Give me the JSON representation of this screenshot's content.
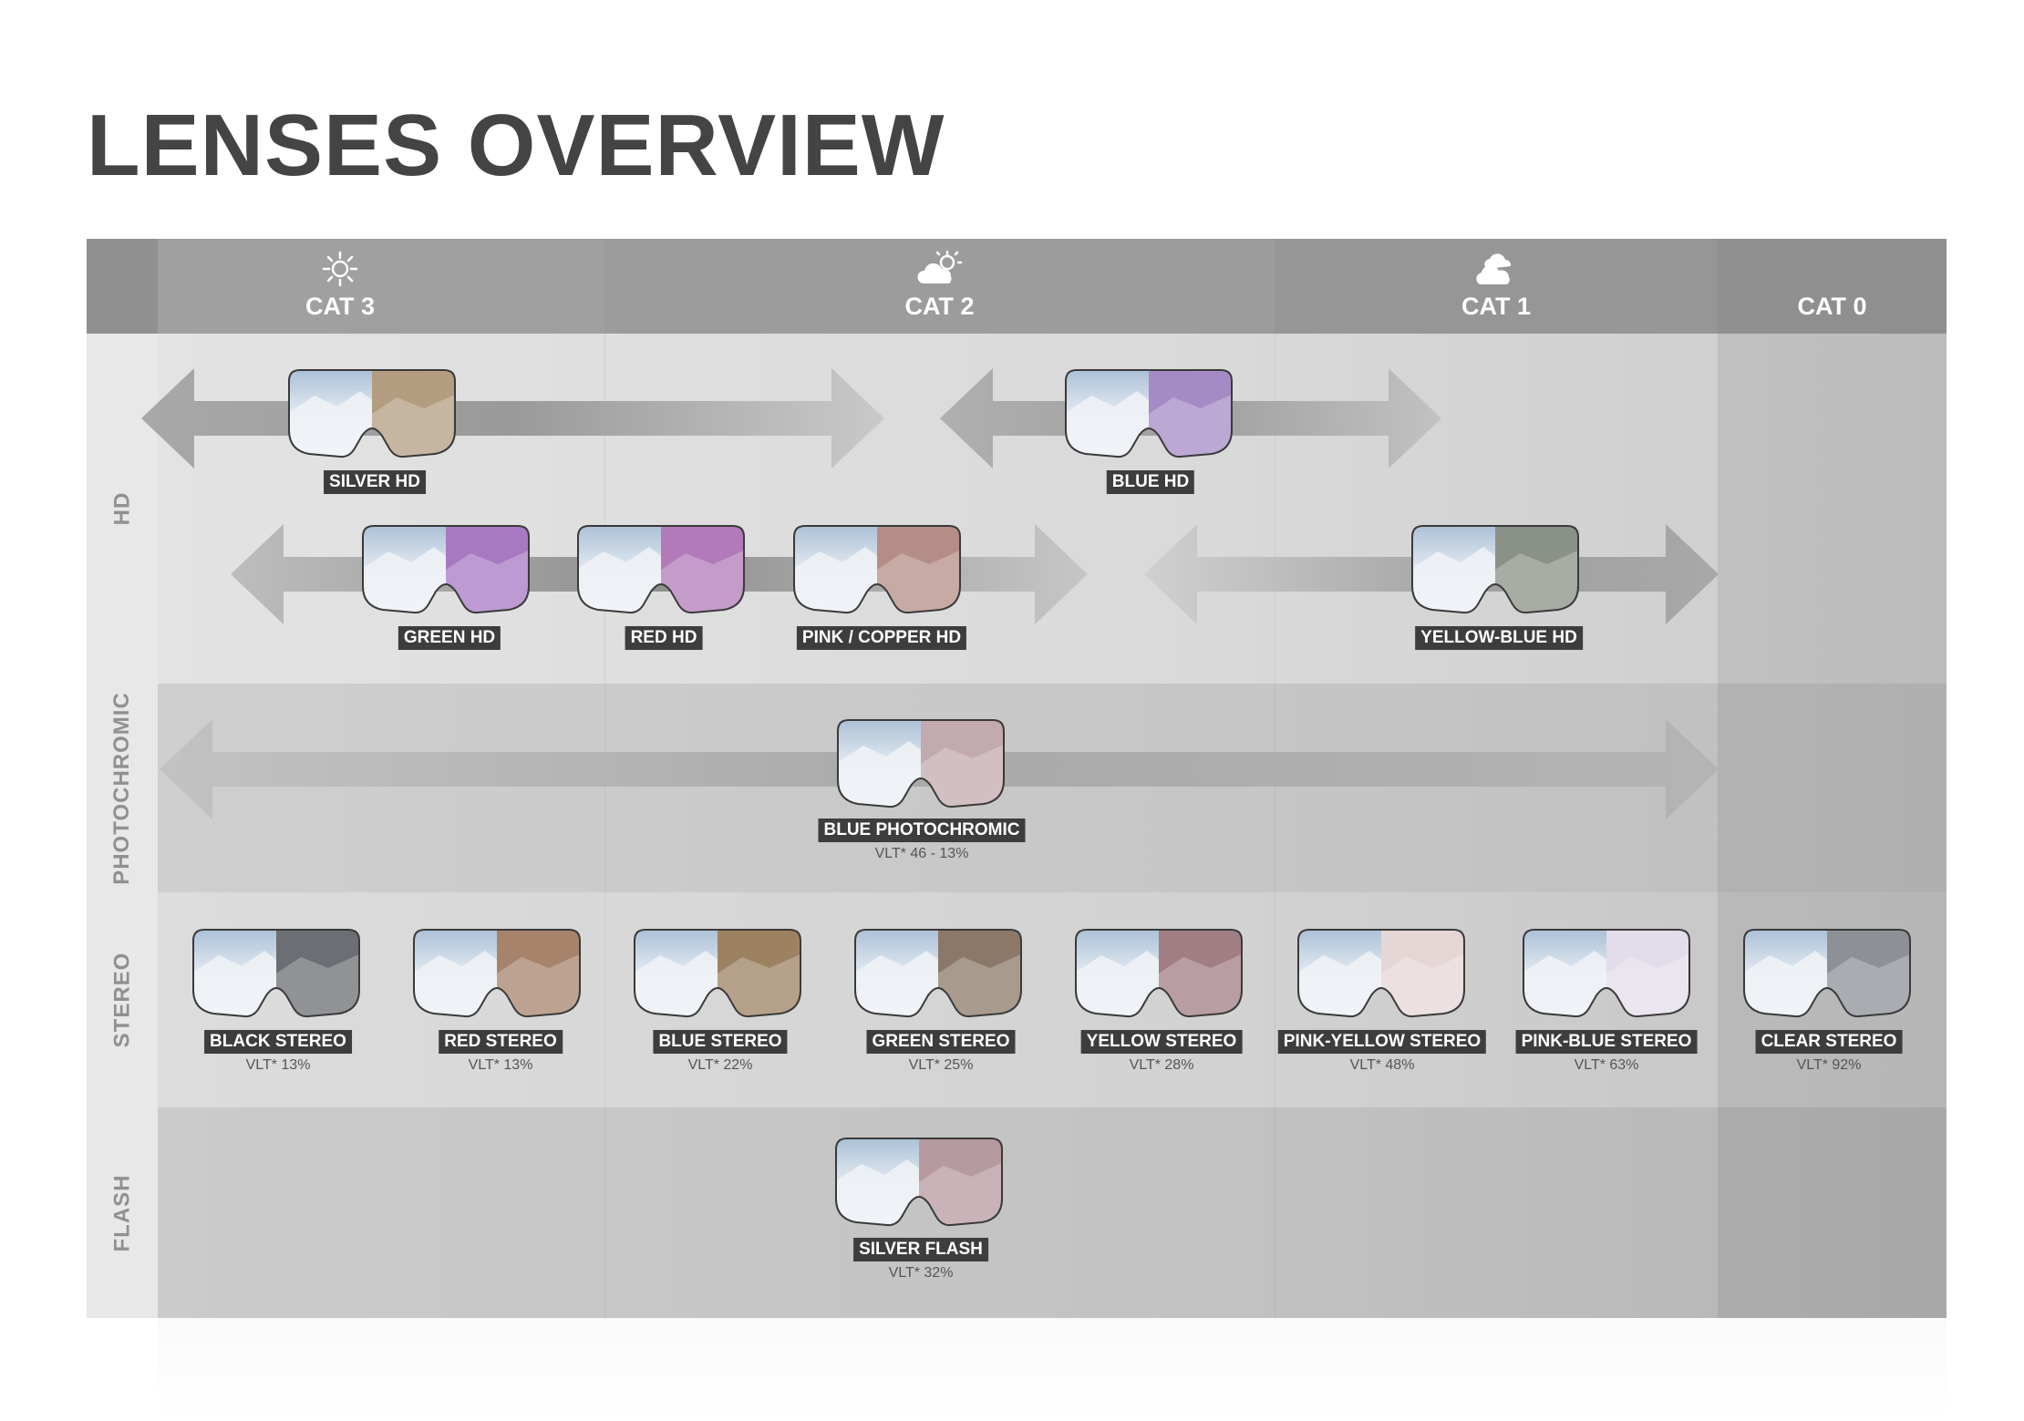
{
  "title": "LENSES OVERVIEW",
  "categories": [
    {
      "label": "CAT 3",
      "icon": "sun-icon"
    },
    {
      "label": "CAT 2",
      "icon": "sun-cloud-icon"
    },
    {
      "label": "CAT 1",
      "icon": "cloud-icon"
    },
    {
      "label": "CAT 0",
      "icon": "moon-icon"
    }
  ],
  "rows": [
    "HD",
    "PHOTOCHROMIC",
    "STEREO",
    "FLASH"
  ],
  "lenses": {
    "silver_hd": {
      "name": "SILVER HD",
      "tint": "#b39c80"
    },
    "blue_hd": {
      "name": "BLUE HD",
      "tint": "#a58bc6"
    },
    "green_hd": {
      "name": "GREEN HD",
      "tint": "#a779c2"
    },
    "red_hd": {
      "name": "RED HD",
      "tint": "#b27ab8"
    },
    "pink_copper_hd": {
      "name": "PINK / COPPER HD",
      "tint": "#b48e86"
    },
    "yellow_blue_hd": {
      "name": "YELLOW-BLUE HD",
      "tint": "#8a9187"
    },
    "blue_photochromic": {
      "name": "BLUE PHOTOCHROMIC",
      "vlt": "VLT* 46 - 13%",
      "tint": "#c2aaae"
    },
    "black_stereo": {
      "name": "BLACK STEREO",
      "vlt": "VLT* 13%",
      "tint": "#6b6e73"
    },
    "red_stereo": {
      "name": "RED STEREO",
      "vlt": "VLT* 13%",
      "tint": "#a8836c"
    },
    "blue_stereo": {
      "name": "BLUE STEREO",
      "vlt": "VLT* 22%",
      "tint": "#9d8262"
    },
    "green_stereo": {
      "name": "GREEN STEREO",
      "vlt": "VLT* 25%",
      "tint": "#8c7868"
    },
    "yellow_stereo": {
      "name": "YELLOW STEREO",
      "vlt": "VLT* 28%",
      "tint": "#a07e84"
    },
    "pink_yellow_stereo": {
      "name": "PINK-YELLOW STEREO",
      "vlt": "VLT* 48%",
      "tint": "#e6d6d6"
    },
    "pink_blue_stereo": {
      "name": "PINK-BLUE STEREO",
      "vlt": "VLT* 63%",
      "tint": "#e3dcea"
    },
    "clear_stereo": {
      "name": "CLEAR STEREO",
      "vlt": "VLT* 92%",
      "tint": "#8d9197"
    },
    "silver_flash": {
      "name": "SILVER FLASH",
      "vlt": "VLT* 32%",
      "tint": "#b79aa0"
    }
  }
}
